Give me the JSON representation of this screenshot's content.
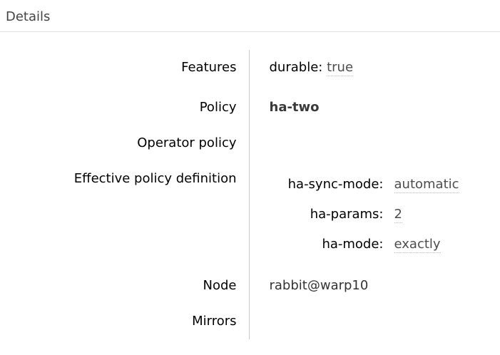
{
  "details": {
    "heading": "Details",
    "rows": {
      "features": {
        "label": "Features",
        "items": [
          {
            "key": "durable:",
            "value": "true"
          }
        ]
      },
      "policy": {
        "label": "Policy",
        "value": "ha-two"
      },
      "operator_policy": {
        "label": "Operator policy",
        "value": ""
      },
      "effective_policy_definition": {
        "label": "Effective policy definition",
        "items": [
          {
            "key": "ha-sync-mode:",
            "value": "automatic"
          },
          {
            "key": "ha-params:",
            "value": "2"
          },
          {
            "key": "ha-mode:",
            "value": "exactly"
          }
        ]
      },
      "node": {
        "label": "Node",
        "value": "rabbit@warp10"
      },
      "mirrors": {
        "label": "Mirrors",
        "value": ""
      }
    }
  },
  "colors": {
    "heading_text": "#444444",
    "heading_rule": "#e0e0e0",
    "divider": "#c8c8c8",
    "label_text": "#000000",
    "abbr_value_text": "#4d4d4d",
    "abbr_underline": "#b9b9b9",
    "policy_name_text": "#3a3a3a"
  }
}
